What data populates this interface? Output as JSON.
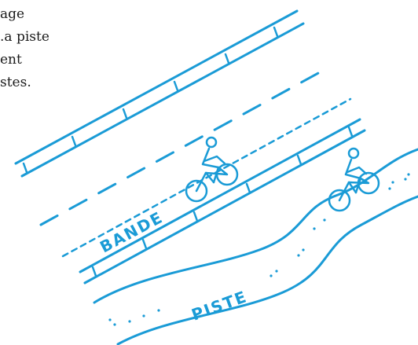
{
  "text_lines": [
    "age",
    ".a piste",
    "ent",
    "stes."
  ],
  "labels": {
    "bande": "BANDE",
    "piste": "PISTE"
  },
  "colors": {
    "stroke": "#1a9bd6",
    "text": "#1a1a1a"
  },
  "icons": [
    "cyclist-icon",
    "cyclist-icon"
  ]
}
